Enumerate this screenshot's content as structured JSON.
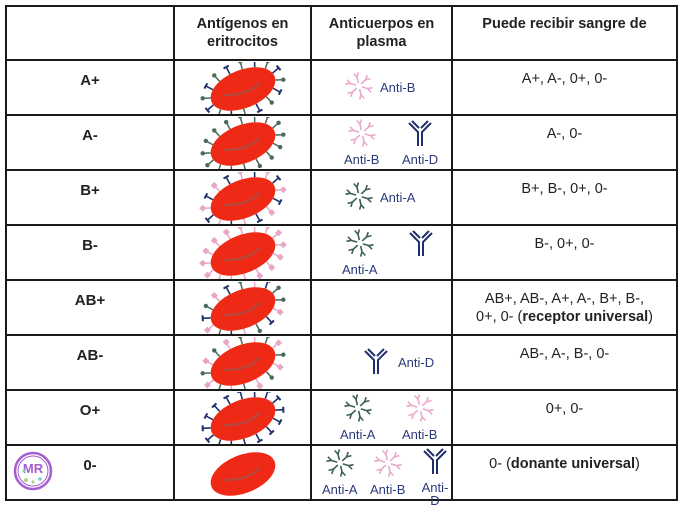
{
  "colors": {
    "cell": "#ee2a16",
    "cell_groove": "#b04a40",
    "antigen_A": "#4a6a5a",
    "antigen_B": "#e8a6c8",
    "antigen_D": "#1f2f6b",
    "anti_A": "#3f5f4e",
    "anti_B": "#eaa9cb",
    "anti_D": "#1f2f6b",
    "label": "#2b3a78",
    "logo": "#a45cd0"
  },
  "headers": [
    "",
    "Antígenos en eritrocitos",
    "Anticuerpos en plasma",
    "Puede recibir sangre de"
  ],
  "header_lines": {
    "antigens": [
      "Antígenos en",
      "eritrocitos"
    ],
    "antibodies": [
      "Anticuerpos en",
      "plasma"
    ],
    "receive": "Puede recibir sangre de"
  },
  "rows": [
    {
      "type": "A+",
      "antigens": [
        "A",
        "D"
      ],
      "antibodies": [
        "Anti-B"
      ],
      "receive": "A+, A-, 0+, 0-"
    },
    {
      "type": "A-",
      "antigens": [
        "A"
      ],
      "antibodies": [
        "Anti-B",
        "Anti-D"
      ],
      "receive": "A-, 0-"
    },
    {
      "type": "B+",
      "antigens": [
        "B",
        "D"
      ],
      "antibodies": [
        "Anti-A"
      ],
      "receive": "B+, B-, 0+, 0-"
    },
    {
      "type": "B-",
      "antigens": [
        "B"
      ],
      "antibodies": [
        "Anti-A",
        "Anti-D"
      ],
      "receive": "B-, 0+, 0-"
    },
    {
      "type": "AB+",
      "antigens": [
        "A",
        "B",
        "D"
      ],
      "antibodies": [],
      "receive": "AB+, AB-, A+, A-, B+, B-, 0+, 0-",
      "receive_note": "receptor universal"
    },
    {
      "type": "AB-",
      "antigens": [
        "A",
        "B"
      ],
      "antibodies": [
        "Anti-D"
      ],
      "receive": "AB-, A-, B-, 0-"
    },
    {
      "type": "O+",
      "antigens": [
        "D"
      ],
      "antibodies": [
        "Anti-A",
        "Anti-B"
      ],
      "receive": "0+, 0-"
    },
    {
      "type": "0-",
      "antigens": [],
      "antibodies": [
        "Anti-A",
        "Anti-B",
        "Anti-D"
      ],
      "receive": "0-",
      "receive_note": "donante universal"
    }
  ],
  "receive_lines": {
    "ab_pos_line1": "AB+, AB-, A+, A-, B+, B-,",
    "ab_pos_line2": "0+, 0- (",
    "ab_pos_bold": "receptor universal",
    "ab_pos_close": ")",
    "o_neg_prefix": "0- (",
    "o_neg_bold": "donante universal",
    "o_neg_close": ")"
  },
  "logo_text": "MR"
}
